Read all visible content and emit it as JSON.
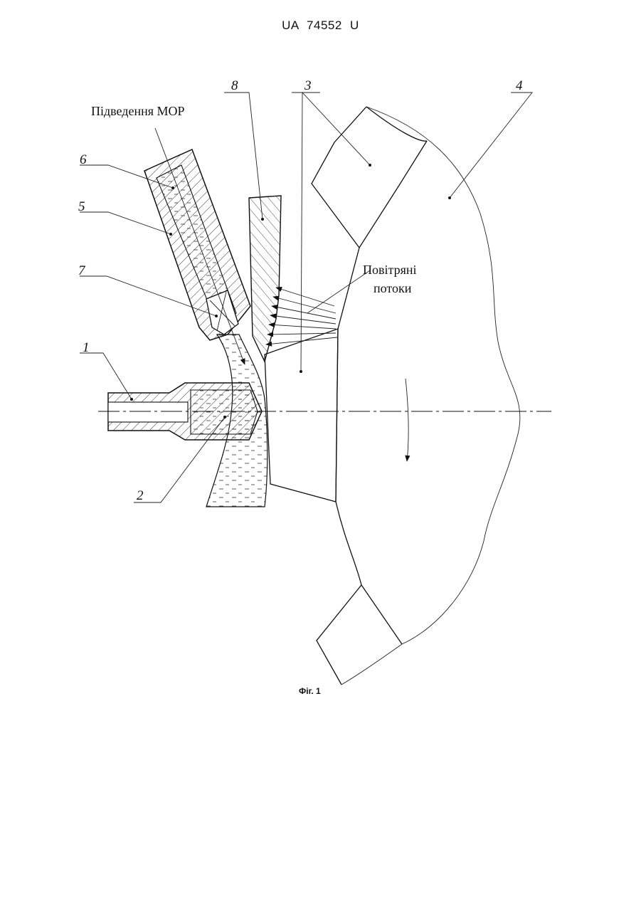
{
  "header": {
    "doc_number": "UA   74552   U"
  },
  "figure": {
    "caption": "Фіг. 1",
    "labels": {
      "supply": "Підведення МОР",
      "air_flows_line1": "Повітряні",
      "air_flows_line2": "потоки"
    },
    "part_numbers": [
      "1",
      "2",
      "3",
      "4",
      "5",
      "6",
      "7",
      "8"
    ]
  }
}
